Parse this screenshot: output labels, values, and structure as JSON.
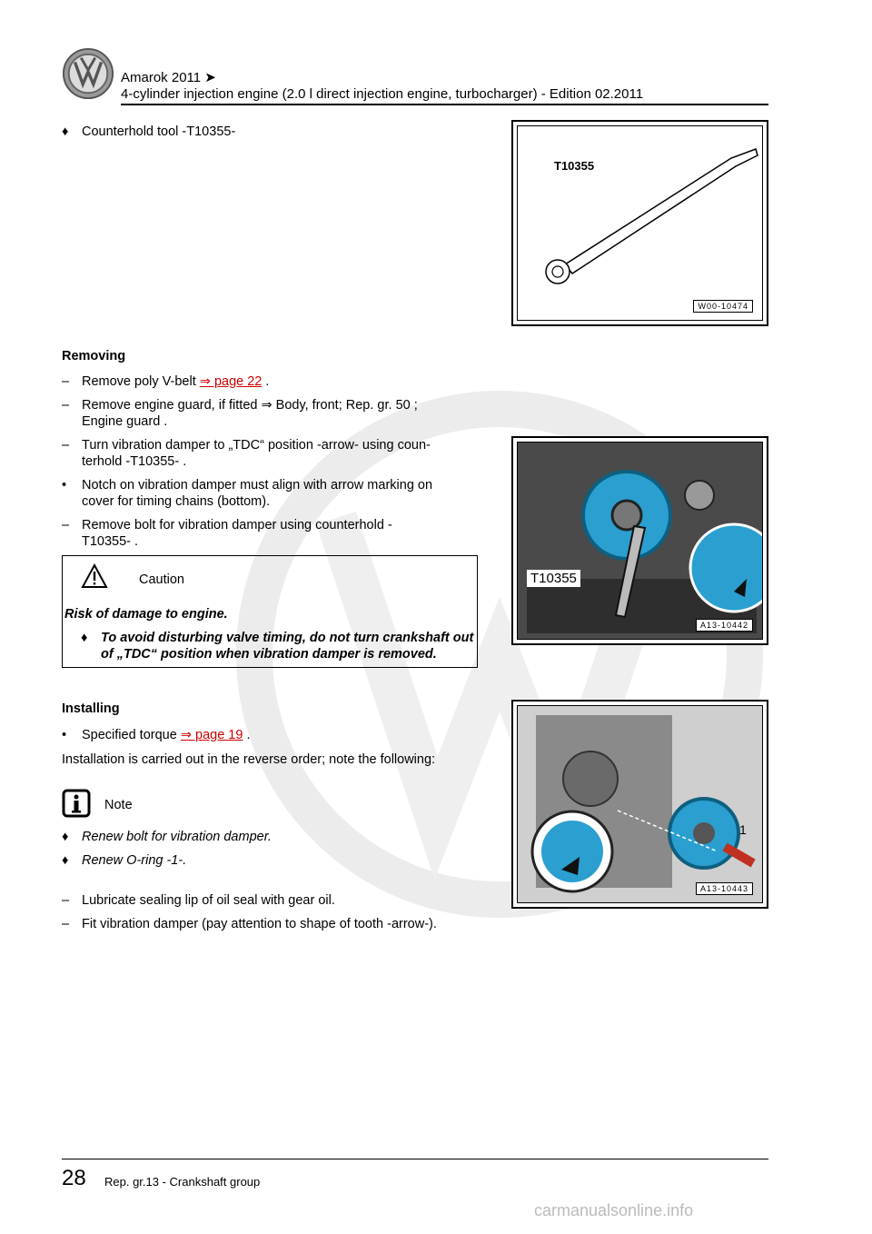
{
  "header": {
    "model": "Amarok 2011 ➤",
    "engine": "4-cylinder injection engine (2.0 l direct injection engine, turbocharger) - Edition 02.2011"
  },
  "tool_item": "Counterhold tool -T10355-",
  "fig1": {
    "tool_label": "T10355",
    "code": "W00-10474"
  },
  "removing": {
    "heading": "Removing",
    "steps": [
      {
        "mark": "–",
        "text": "Remove poly V-belt ",
        "link": "⇒ page 22",
        "after": " ."
      },
      {
        "mark": "–",
        "text": "Remove engine guard, if fitted ⇒  Body, front; Rep. gr.  50 ;",
        "line2": "Engine guard ."
      },
      {
        "mark": "–",
        "text": "Turn vibration damper to „TDC“ position -arrow- using coun-",
        "line2": "terhold -T10355- ."
      },
      {
        "mark": "•",
        "text": "Notch on vibration damper must align with arrow marking on",
        "line2": "cover for timing chains (bottom)."
      },
      {
        "mark": "–",
        "text": "Remove bolt for vibration damper using counterhold -",
        "line2": "T10355- ."
      }
    ]
  },
  "fig2": {
    "tool_label": "T10355",
    "code": "A13-10442"
  },
  "caution": {
    "title": "Caution",
    "subtitle": "Risk of damage to engine.",
    "bullet": "♦",
    "line1": "To avoid disturbing valve timing, do not turn crankshaft out",
    "line2": "of „TDC“ position when vibration damper is removed."
  },
  "installing": {
    "heading": "Installing",
    "torque_mark": "•",
    "torque_text": "Specified torque ",
    "torque_link": "⇒ page 19",
    "torque_after": " .",
    "intro": "Installation is carried out in the reverse order; note the following:"
  },
  "note": {
    "title": "Note",
    "items": [
      "Renew bolt for vibration damper.",
      "Renew O-ring -1-."
    ],
    "bullet": "♦"
  },
  "final_steps": [
    {
      "mark": "–",
      "text": "Lubricate sealing lip of oil seal with gear oil."
    },
    {
      "mark": "–",
      "text": "Fit vibration damper (pay attention to shape of tooth -arrow-)."
    }
  ],
  "fig3": {
    "callout": "1",
    "code": "A13-10443"
  },
  "footer": {
    "page": "28",
    "section": "Rep. gr.13 - Crankshaft group",
    "site": "carmanualsonline.info"
  },
  "colors": {
    "link": "#d00000",
    "part_blue": "#2a9fd0"
  }
}
